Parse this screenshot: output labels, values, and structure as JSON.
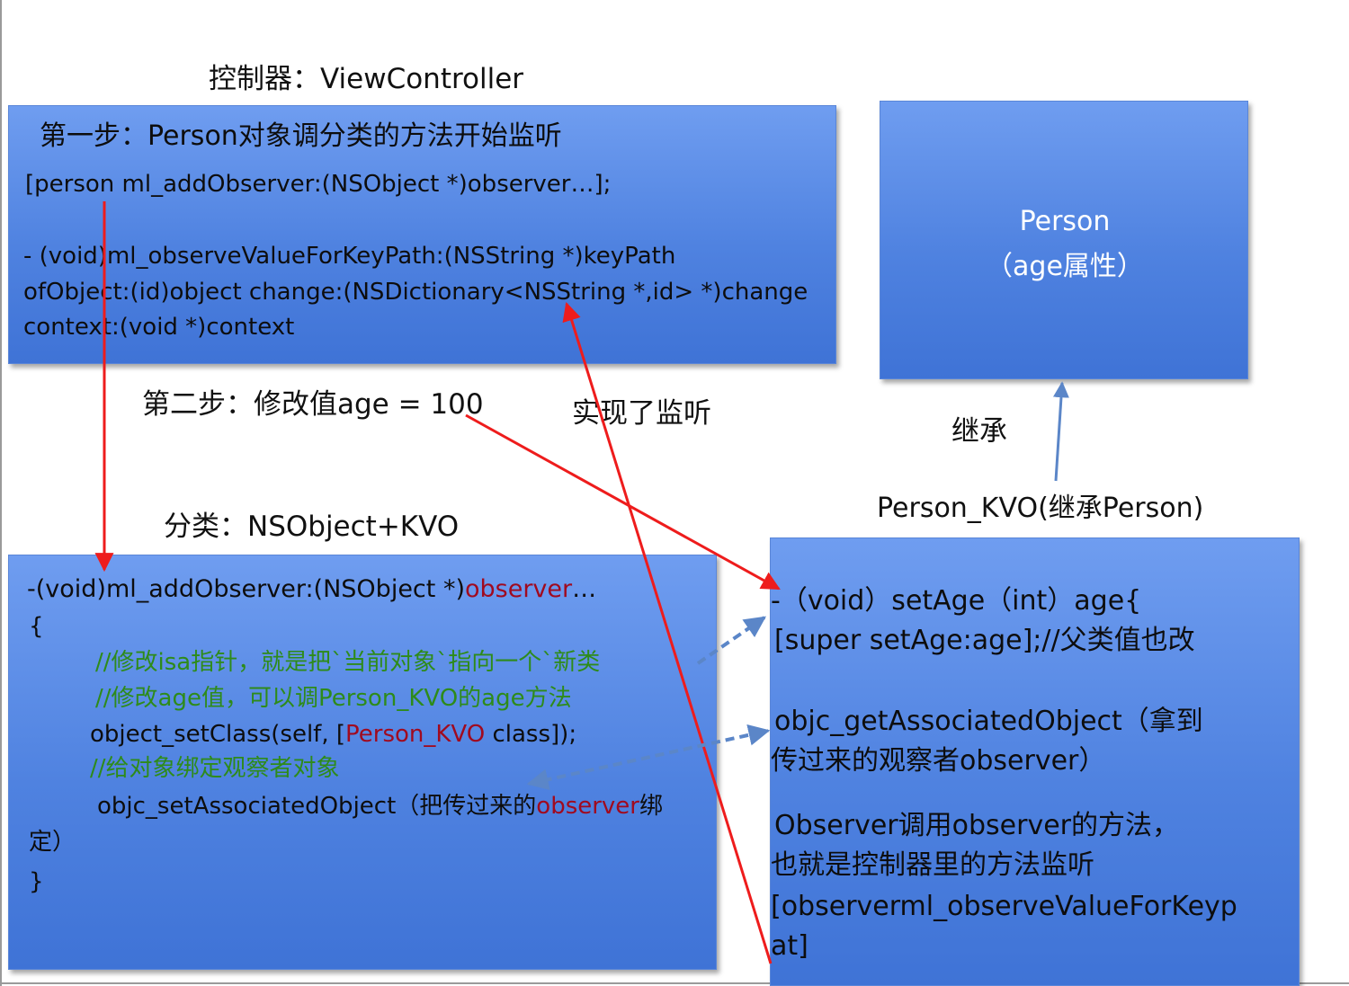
{
  "labels": {
    "controller": "控制器：ViewController",
    "step2": "第二步：修改值age = 100",
    "realized": "实现了监听",
    "inherit": "继承",
    "person_kvo": "Person_KVO(继承Person)",
    "category": "分类：NSObject+KVO"
  },
  "controller_box": {
    "step1": "第一步：Person对象调分类的方法开始监听",
    "call": "[person   ml_addObserver:(NSObject *)observer…];",
    "method_line1": "-    (void)ml_observeValueForKeyPath:(NSString *)keyPath",
    "method_line2": "ofObject:(id)object change:(NSDictionary<NSString *,id> *)change",
    "method_line3": " context:(void *)context"
  },
  "person_box": {
    "name": "Person",
    "attr": "（age属性）"
  },
  "category_box": {
    "sig_prefix": "-(void)ml_addObserver:(NSObject *)",
    "sig_red": "observer",
    "sig_suffix": "…",
    "open_brace": "{",
    "comment1": "//修改isa指针，就是把`当前对象`指向一个`新类",
    "comment2": "//修改age值，可以调Person_KVO的age方法",
    "setclass_prefix": "object_setClass(self, [",
    "setclass_red": "Person_KVO",
    "setclass_suffix": " class]);",
    "comment3": "//给对象绑定观察者对象",
    "assoc_prefix": "objc_setAssociatedObject（把传过来的",
    "assoc_red": "observer",
    "assoc_suffix": "绑",
    "assoc_wrap": "定）",
    "close_brace": "}"
  },
  "kvo_box": {
    "line1": "-（void）setAge（int）age{",
    "line2": " [super setAge:age];//父类值也改",
    "line3": " objc_getAssociatedObject（拿到",
    "line4": "传过来的观察者observer）",
    "line5": " Observer调用observer的方法，",
    "line6": "也就是控制器里的方法监听",
    "line7": "[observerml_observeValueForKeyp",
    "line8": "at]"
  },
  "colors": {
    "box_fill": "#4f82e0",
    "arrow_red": "#ee1c1c",
    "arrow_blue": "#5b86c8",
    "comment_green": "#2e8b1a",
    "text_dark_red": "#a00a1f"
  }
}
